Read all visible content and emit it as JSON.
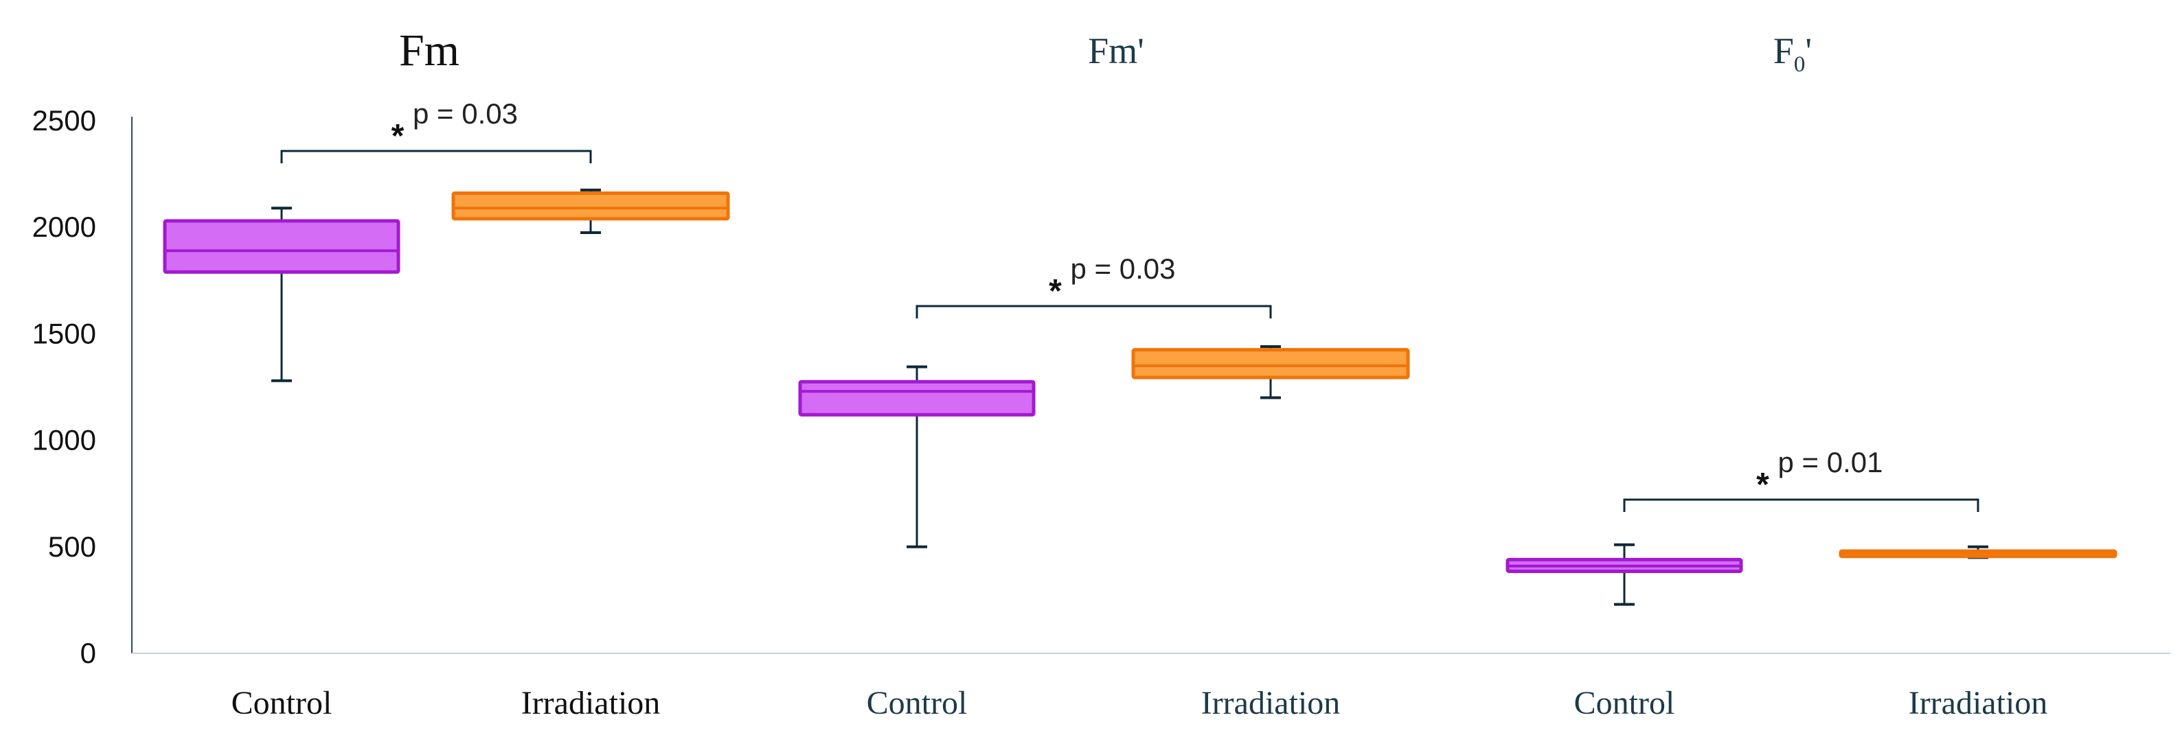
{
  "colors": {
    "control_fill": "#d56cf6",
    "control_stroke": "#a21ad0",
    "irradiation_fill": "#fca13f",
    "irradiation_stroke": "#f07409",
    "whisker": "#0f2838",
    "axis": "#2e4a5a",
    "title_dark": "#111111",
    "title_teal": "#1c3a4a"
  },
  "chart_data": {
    "type": "box",
    "ylim": [
      0,
      2500
    ],
    "y_ticks": [
      "2500",
      "2000",
      "1500",
      "1000",
      "500",
      "0"
    ],
    "grid": false,
    "panels": [
      {
        "title": "Fm",
        "significance": {
          "marker": "*",
          "label": "p = 0.03"
        },
        "groups": [
          {
            "category": "Control",
            "whisker_low": 1280,
            "q1": 1790,
            "median": 1890,
            "q3": 2030,
            "whisker_high": 2090
          },
          {
            "category": "Irradiation",
            "whisker_low": 1975,
            "q1": 2040,
            "median": 2090,
            "q3": 2160,
            "whisker_high": 2175
          }
        ]
      },
      {
        "title": "Fm'",
        "significance": {
          "marker": "*",
          "label": "p = 0.03"
        },
        "groups": [
          {
            "category": "Control",
            "whisker_low": 500,
            "q1": 1120,
            "median": 1230,
            "q3": 1275,
            "whisker_high": 1345
          },
          {
            "category": "Irradiation",
            "whisker_low": 1200,
            "q1": 1295,
            "median": 1350,
            "q3": 1425,
            "whisker_high": 1440
          }
        ]
      },
      {
        "title": "F0'",
        "title_main": "F",
        "title_sub": "0",
        "title_suffix": "'",
        "significance": {
          "marker": "*",
          "label": "p = 0.01"
        },
        "groups": [
          {
            "category": "Control",
            "whisker_low": 230,
            "q1": 385,
            "median": 410,
            "q3": 440,
            "whisker_high": 510
          },
          {
            "category": "Irradiation",
            "whisker_low": 450,
            "q1": 455,
            "median": 470,
            "q3": 480,
            "whisker_high": 500
          }
        ]
      }
    ]
  }
}
